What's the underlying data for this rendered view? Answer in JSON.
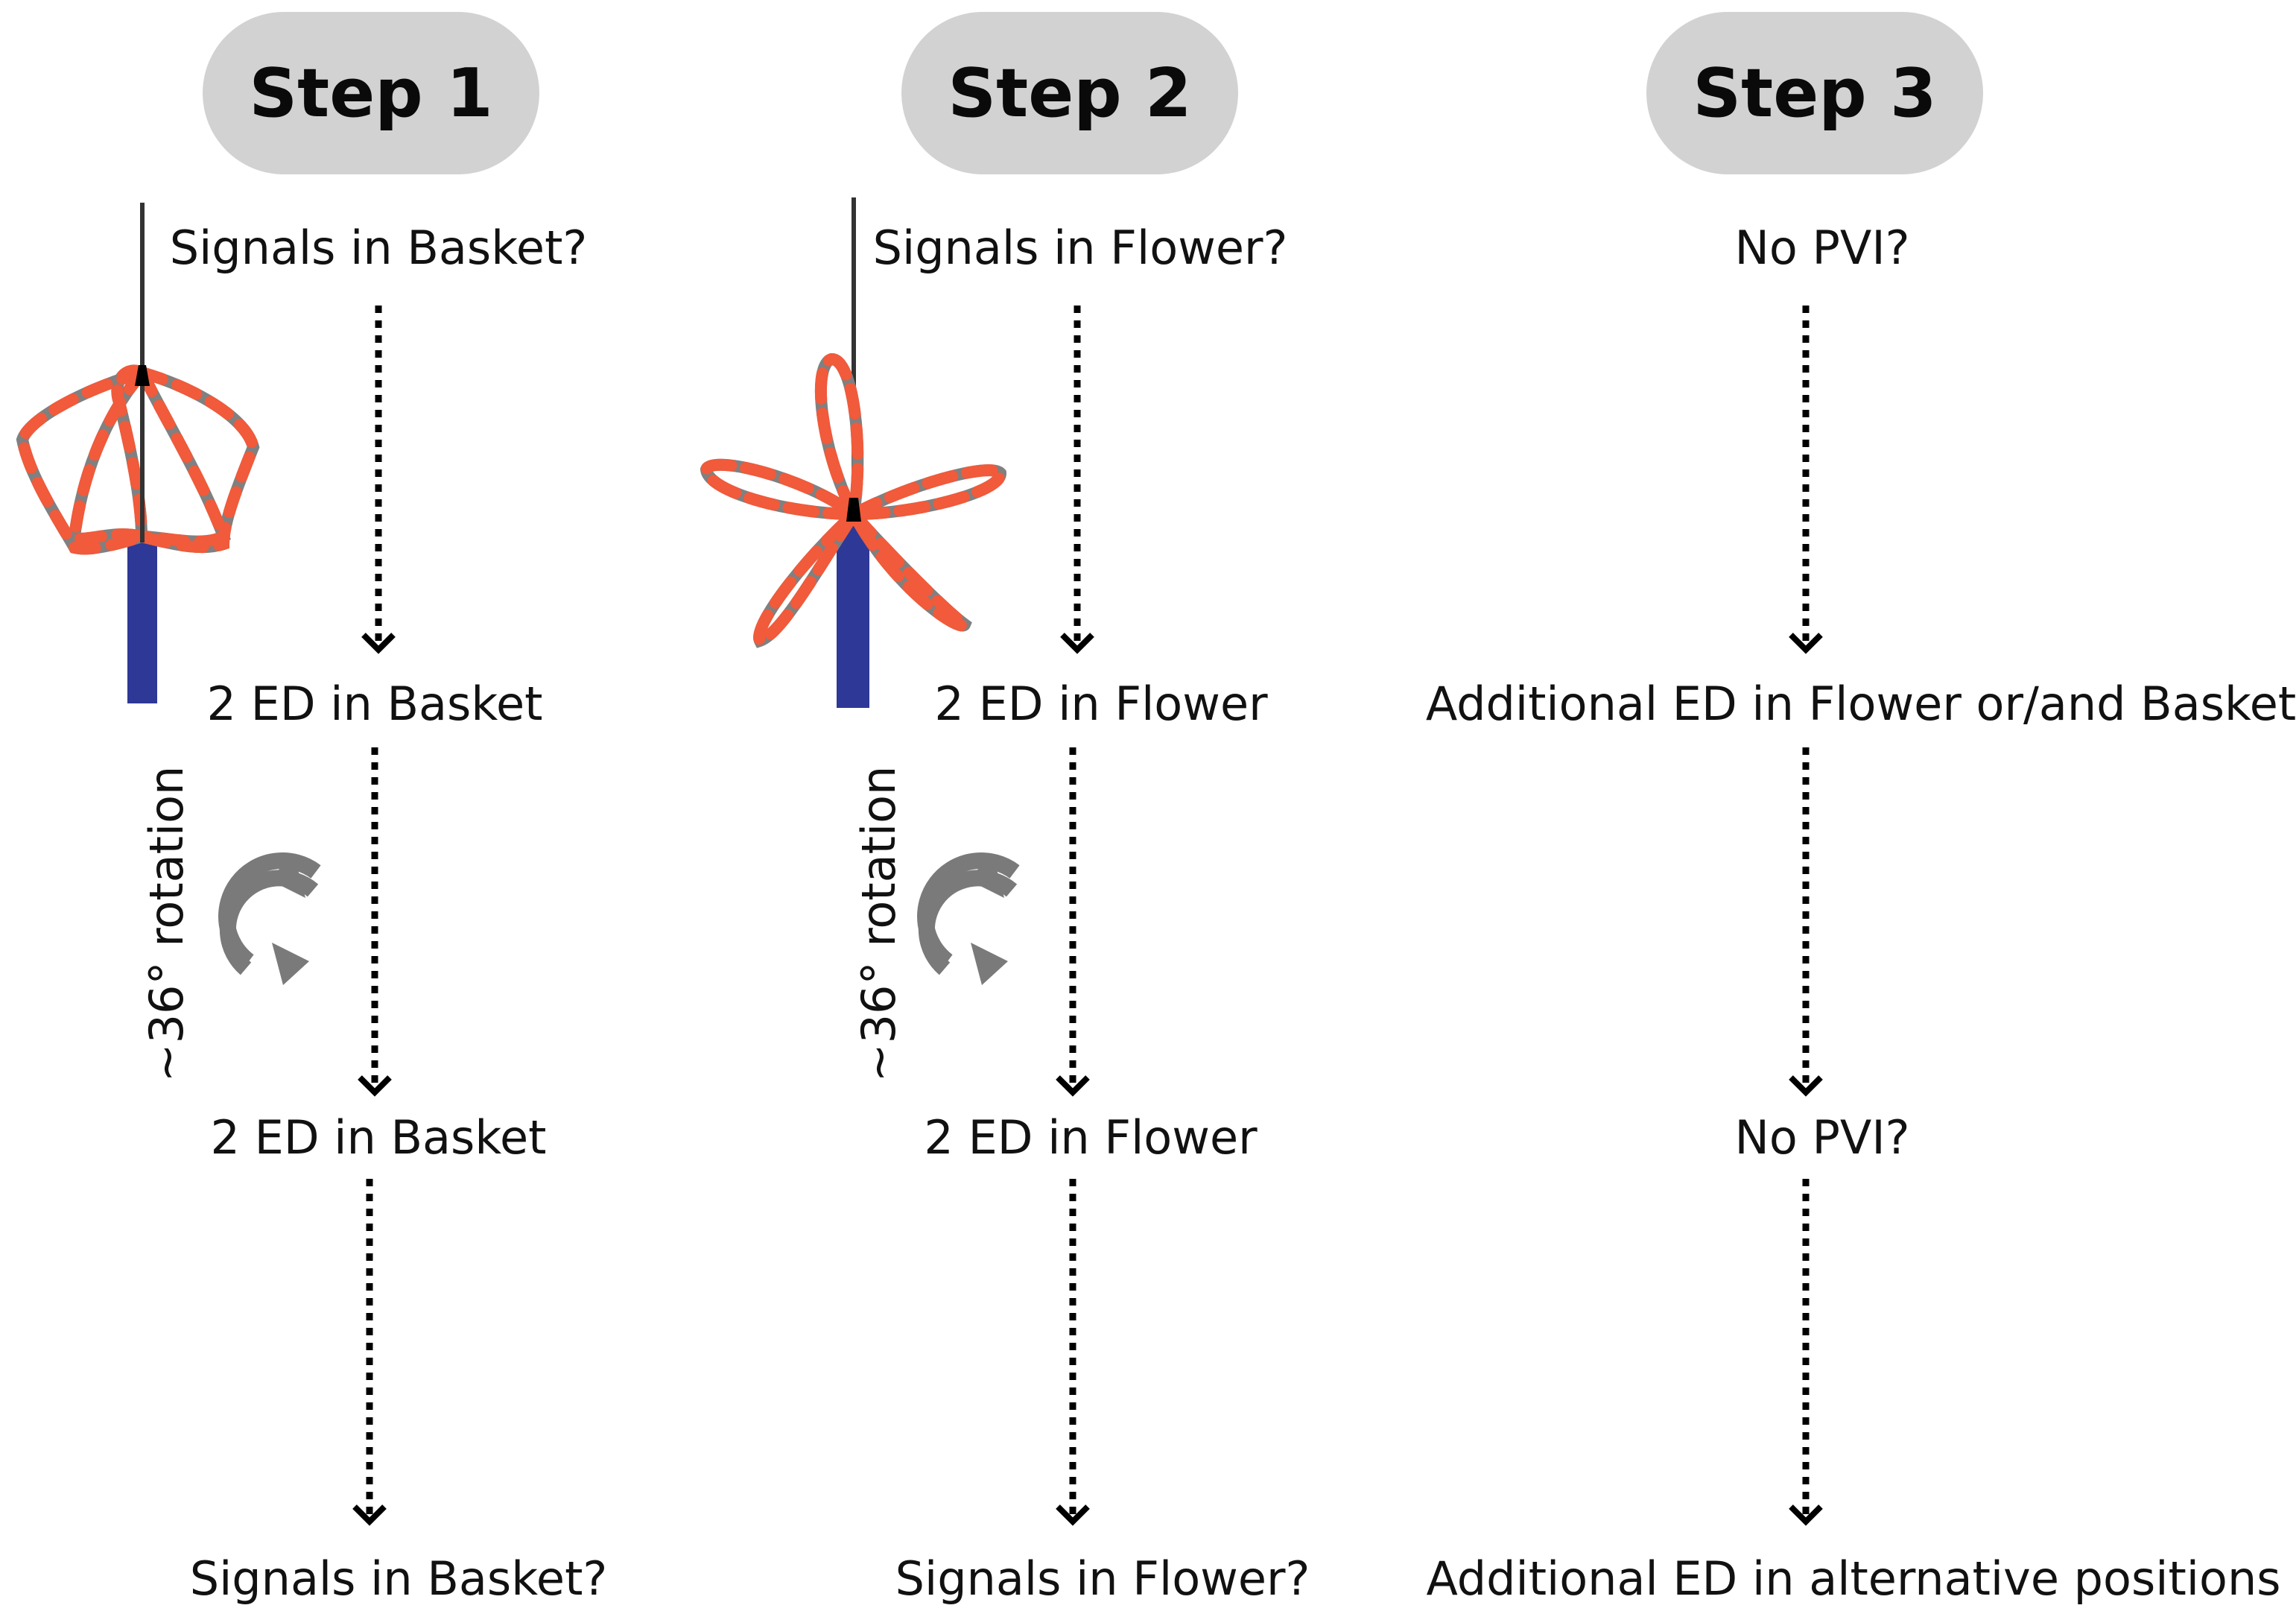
{
  "steps": [
    {
      "title": "Step 1",
      "labels": [
        "Signals in Basket?",
        "2 ED in Basket",
        "2 ED in Basket",
        "Signals in Basket?"
      ],
      "rotation_label": "~36° rotation",
      "catheter": "basket"
    },
    {
      "title": "Step 2",
      "labels": [
        "Signals in Flower?",
        "2 ED in Flower",
        "2 ED in Flower",
        "Signals in Flower?"
      ],
      "rotation_label": "~36° rotation",
      "catheter": "flower"
    },
    {
      "title": "Step 3",
      "labels": [
        "No PVI?",
        "Additional ED in Flower or/and Basket",
        "No PVI?",
        "Additional ED in alternative positions"
      ]
    }
  ],
  "colors": {
    "pill": "#d3d2d3",
    "electrode_orange": "#f15a3a",
    "electrode_gray": "#808080",
    "shaft_blue": "#2e3896",
    "rotation_icon": "#7a7a7a"
  },
  "icons": [
    "rotation-arrows-icon",
    "basket-catheter-icon",
    "flower-catheter-icon"
  ]
}
